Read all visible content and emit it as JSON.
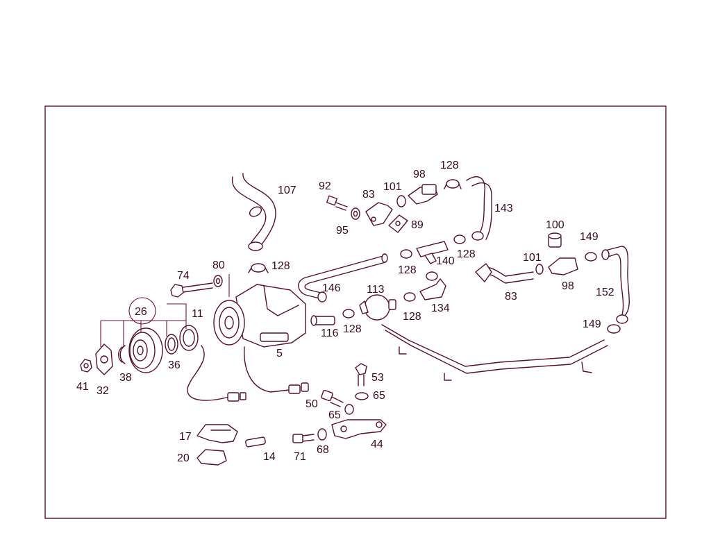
{
  "diagram": {
    "line_color": "#5a0f25",
    "leader_color": "#7a1030",
    "text_color": "#3a0a18",
    "callouts": [
      {
        "id": "c107",
        "label": "107"
      },
      {
        "id": "c92",
        "label": "92"
      },
      {
        "id": "c83a",
        "label": "83"
      },
      {
        "id": "c101a",
        "label": "101"
      },
      {
        "id": "c98a",
        "label": "98"
      },
      {
        "id": "c128a",
        "label": "128"
      },
      {
        "id": "c143",
        "label": "143"
      },
      {
        "id": "c95",
        "label": "95"
      },
      {
        "id": "c89",
        "label": "89"
      },
      {
        "id": "c100",
        "label": "100"
      },
      {
        "id": "c149a",
        "label": "149"
      },
      {
        "id": "c128b",
        "label": "128"
      },
      {
        "id": "c80",
        "label": "80"
      },
      {
        "id": "c74",
        "label": "74"
      },
      {
        "id": "c128c",
        "label": "128"
      },
      {
        "id": "c140",
        "label": "140"
      },
      {
        "id": "c128d",
        "label": "128"
      },
      {
        "id": "c101b",
        "label": "101"
      },
      {
        "id": "c146",
        "label": "146"
      },
      {
        "id": "c113",
        "label": "113"
      },
      {
        "id": "c98b",
        "label": "98"
      },
      {
        "id": "c152",
        "label": "152"
      },
      {
        "id": "c83b",
        "label": "83"
      },
      {
        "id": "c134",
        "label": "134"
      },
      {
        "id": "c26",
        "label": "26"
      },
      {
        "id": "c11",
        "label": "11"
      },
      {
        "id": "c128e",
        "label": "128"
      },
      {
        "id": "c116",
        "label": "116"
      },
      {
        "id": "c128f",
        "label": "128"
      },
      {
        "id": "c149b",
        "label": "149"
      },
      {
        "id": "c5",
        "label": "5"
      },
      {
        "id": "c36",
        "label": "36"
      },
      {
        "id": "c38",
        "label": "38"
      },
      {
        "id": "c41",
        "label": "41"
      },
      {
        "id": "c32",
        "label": "32"
      },
      {
        "id": "c53",
        "label": "53"
      },
      {
        "id": "c65a",
        "label": "65"
      },
      {
        "id": "c50",
        "label": "50"
      },
      {
        "id": "c65b",
        "label": "65"
      },
      {
        "id": "c44",
        "label": "44"
      },
      {
        "id": "c17",
        "label": "17"
      },
      {
        "id": "c71",
        "label": "71"
      },
      {
        "id": "c68",
        "label": "68"
      },
      {
        "id": "c14",
        "label": "14"
      },
      {
        "id": "c20",
        "label": "20"
      }
    ]
  }
}
